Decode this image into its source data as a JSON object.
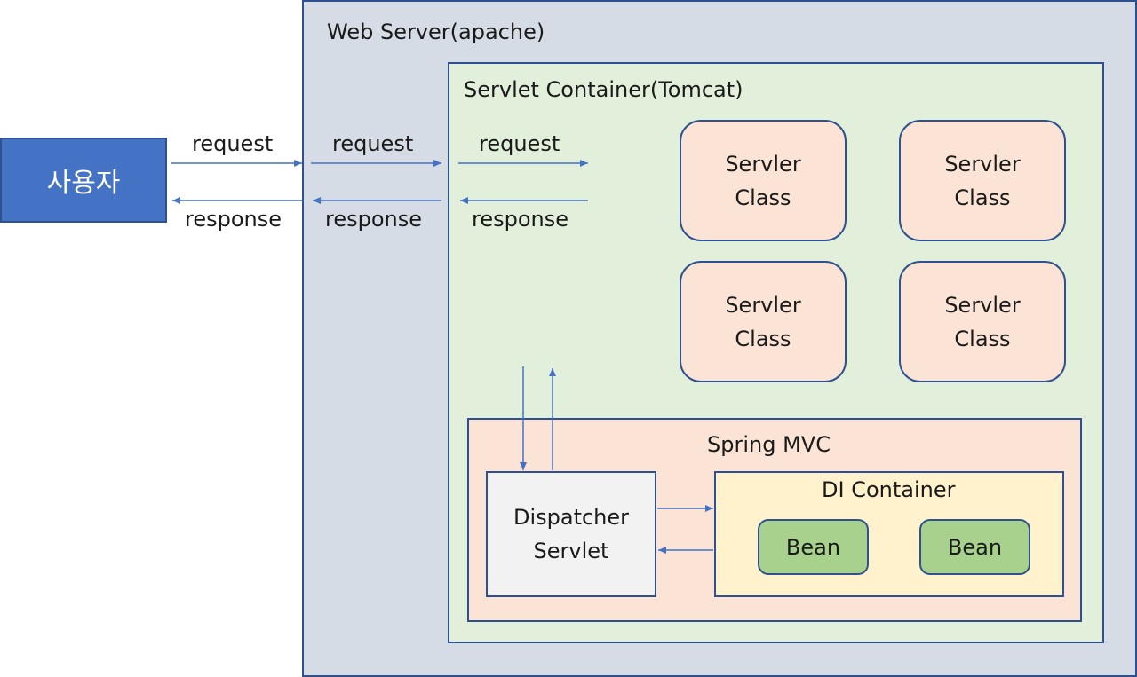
{
  "user": {
    "label": "사용자"
  },
  "web_server": {
    "title": "Web Server(apache)"
  },
  "servlet_container": {
    "title": "Servlet Container(Tomcat)",
    "classes": [
      {
        "line1": "Servler",
        "line2": "Class"
      },
      {
        "line1": "Servler",
        "line2": "Class"
      },
      {
        "line1": "Servler",
        "line2": "Class"
      },
      {
        "line1": "Servler",
        "line2": "Class"
      }
    ]
  },
  "spring_mvc": {
    "title": "Spring MVC",
    "dispatcher": {
      "line1": "Dispatcher",
      "line2": "Servlet"
    },
    "di_container": {
      "title": "DI Container",
      "beans": [
        "Bean",
        "Bean"
      ]
    }
  },
  "arrows": {
    "request": "request",
    "response": "response"
  },
  "colors": {
    "user_fill": "#4472c4",
    "web_server_fill": "#d6dce5",
    "servlet_container_fill": "#e2efda",
    "spring_mvc_fill": "#fbe4d5",
    "di_container_fill": "#fff2cc",
    "bean_fill": "#a9d18e",
    "border": "#2f4f8f",
    "arrow": "#4472c4"
  }
}
